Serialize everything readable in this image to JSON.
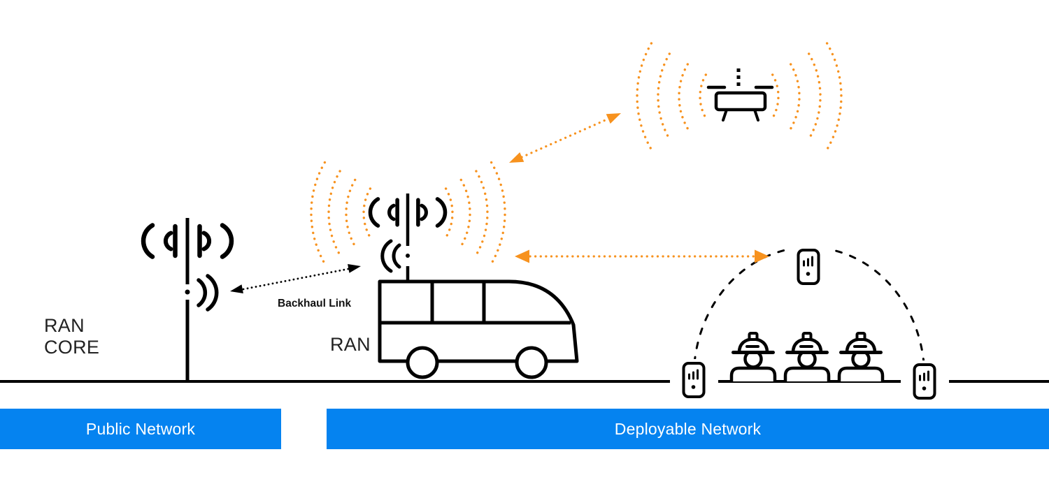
{
  "diagram": {
    "labels": {
      "ran_core": "RAN\nCORE",
      "ran": "RAN",
      "backhaul_link": "Backhaul Link"
    },
    "bars": {
      "public": {
        "label": "Public Network"
      },
      "deployable": {
        "label": "Deployable Network"
      }
    },
    "icons": {
      "cell_tower": "cell-tower-antenna-icon",
      "van": "deployable-van-icon",
      "van_antenna": "van-mast-antenna-icon",
      "drone": "drone-icon",
      "workers": "worker-hardhat-icon",
      "phones": "mobile-phone-signal-icon",
      "signal_waves": "radio-waves-icon"
    }
  },
  "colors": {
    "accent_orange": "#F7921E",
    "network_blue": "#0583F0",
    "line_black": "#000000",
    "text_dark": "#222222",
    "bar_text": "#FFFFFF"
  }
}
